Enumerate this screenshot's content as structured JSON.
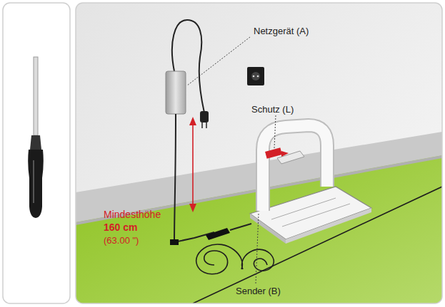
{
  "diagram": {
    "labels": [
      "Netzgerät (A)",
      "Schutz (L)",
      "Mindesthöhe",
      "160 cm",
      "(63.00 \")",
      "Sender (B)"
    ]
  }
}
